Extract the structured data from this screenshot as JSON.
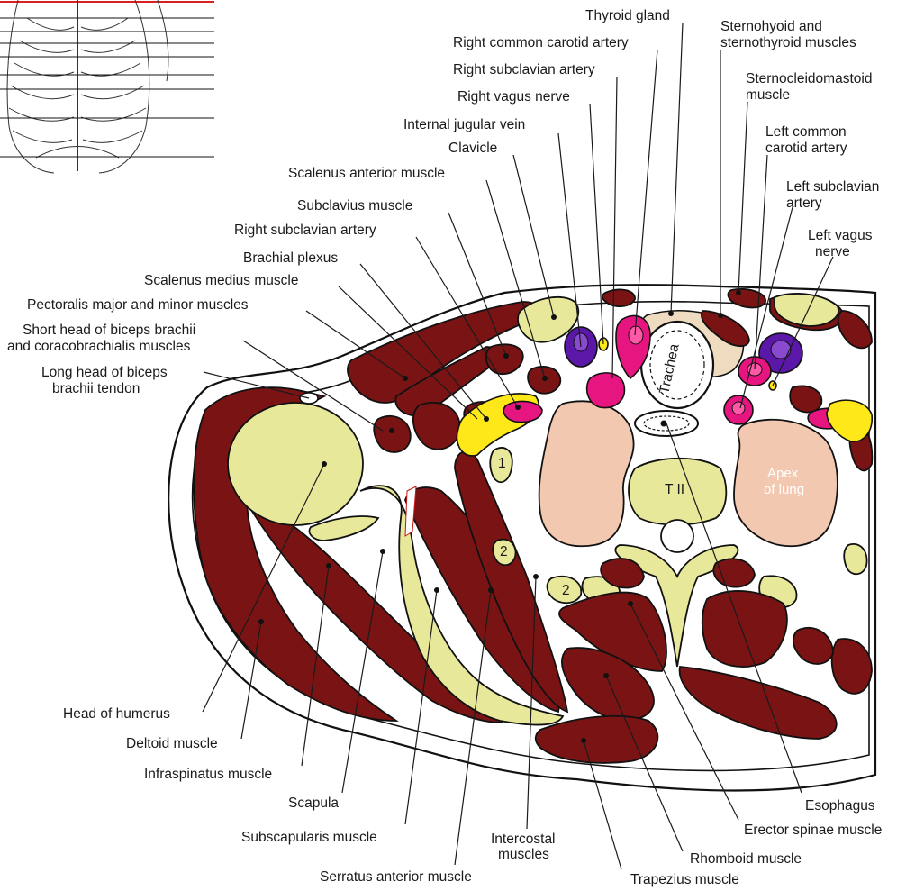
{
  "labels": {
    "thyroid_gland": "Thyroid gland",
    "right_common_carotid": "Right common carotid artery",
    "right_subclavian_artery_top": "Right subclavian artery",
    "right_vagus": "Right vagus nerve",
    "internal_jugular": "Internal jugular vein",
    "clavicle": "Clavicle",
    "scalenus_anterior": "Scalenus anterior muscle",
    "subclavius": "Subclavius muscle",
    "right_subclavian_artery_mid": "Right subclavian artery",
    "brachial_plexus": "Brachial plexus",
    "scalenus_medius": "Scalenus medius muscle",
    "pectoralis": "Pectoralis major and minor muscles",
    "short_head_1": "Short head of biceps brachii",
    "short_head_2": "and coracobrachialis muscles",
    "long_head_1": "Long head of biceps",
    "long_head_2": "brachii tendon",
    "sternohyoid_1": "Sternohyoid and",
    "sternohyoid_2": "sternothyroid muscles",
    "scm_1": "Sternocleidomastoid",
    "scm_2": "muscle",
    "left_cca_1": "Left common",
    "left_cca_2": "carotid artery",
    "left_subclavian_1": "Left subclavian",
    "left_subclavian_2": "artery",
    "left_vagus_1": "Left vagus",
    "left_vagus_2": "nerve",
    "head_humerus": "Head of humerus",
    "deltoid": "Deltoid muscle",
    "infraspinatus": "Infraspinatus muscle",
    "scapula": "Scapula",
    "subscapularis": "Subscapularis muscle",
    "serratus": "Serratus anterior muscle",
    "intercostal_1": "Intercostal",
    "intercostal_2": "muscles",
    "trapezius": "Trapezius muscle",
    "rhomboid": "Rhomboid muscle",
    "erector": "Erector spinae muscle",
    "esophagus": "Esophagus"
  },
  "inner_labels": {
    "trachea": "Trachea",
    "apex_1": "Apex",
    "apex_2": "of lung",
    "vertebra": "T II",
    "rib_1": "1",
    "rib_2a": "2",
    "rib_2b": "2"
  },
  "colors": {
    "muscle": "#7a1414",
    "bone": "#e8e89a",
    "lung": "#f2c9b0",
    "artery": "#e6157f",
    "vein": "#5a17a8",
    "nerve": "#ffe81a"
  }
}
